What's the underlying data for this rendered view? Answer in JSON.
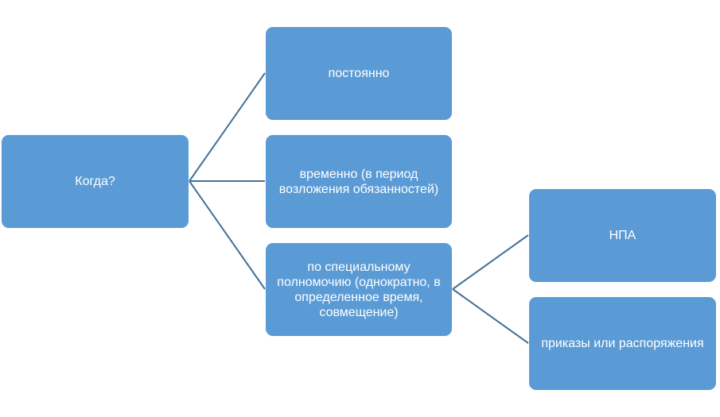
{
  "diagram": {
    "root": {
      "label": "Когда?"
    },
    "branches": [
      {
        "label": "постоянно"
      },
      {
        "label": "временно (в период возложения обязанностей)"
      },
      {
        "label": "по специальному полномочию (однократно, в определенное время, совмещение)"
      }
    ],
    "sub_branches": [
      {
        "label": "НПА"
      },
      {
        "label": "приказы или распоряжения"
      }
    ],
    "colors": {
      "node_fill": "#5b9bd5",
      "node_text": "#ffffff",
      "connector": "#41719c"
    }
  }
}
